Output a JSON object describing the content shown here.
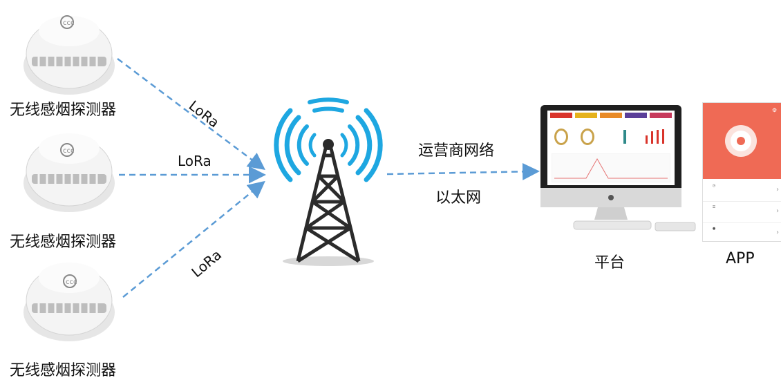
{
  "detectors": [
    {
      "label": "无线感烟探测器"
    },
    {
      "label": "无线感烟探测器"
    },
    {
      "label": "无线感烟探测器"
    }
  ],
  "links": {
    "top": "LoRa",
    "middle": "LoRa",
    "bottom": "LoRa",
    "network_primary": "运营商网络",
    "network_secondary": "以太网"
  },
  "endpoints": {
    "platform": "平台",
    "app": "APP"
  },
  "colors": {
    "arrow": "#5b9bd5",
    "tower": "#2b2b2b",
    "signal": "#1ea7e1",
    "app_header": "#ef6a55"
  }
}
